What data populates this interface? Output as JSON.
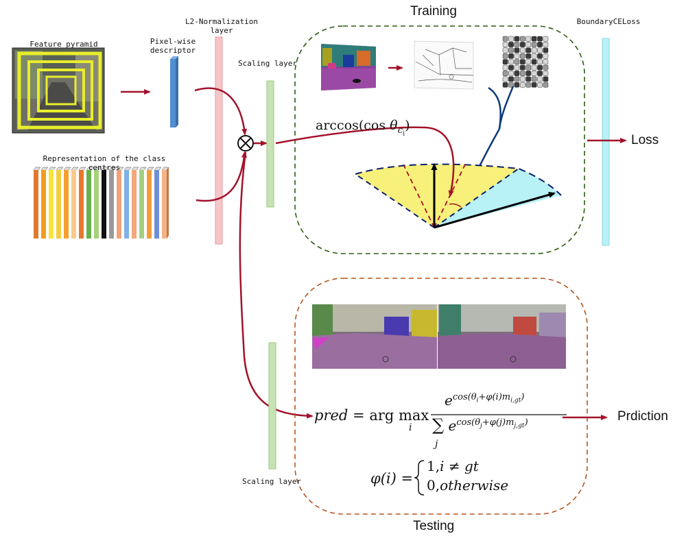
{
  "labels": {
    "feature_pyramid": "Feature pyramid",
    "pixel_wise": "Pixel-wise descriptor",
    "l2_norm": "L2-Normalization layer",
    "scaling_top": "Scaling layer",
    "class_centres": "Representation of the class centres",
    "training": "Training",
    "boundary_ce": "BoundaryCELoss",
    "loss": "Loss",
    "testing": "Testing",
    "prediction": "Prdiction",
    "scaling_bottom": "Scaling layer"
  },
  "formulas": {
    "arccos": "arccos(cos θ_ci)",
    "pred_lhs": "pred = arg max",
    "pred_sub": "i",
    "pred_num": "e^cos(θi+φ(i)mi,gt)",
    "pred_den": "Σj e^cos(θj+φ(j)mj,gt)",
    "phi_lhs": "φ(i) =",
    "phi_case1": "1,i ≠ gt",
    "phi_case2": "0,otherwise"
  },
  "colors": {
    "arrow_red": "#a3122a",
    "arrow_blue": "#0b3a7a",
    "training_border": "#2d5a12",
    "testing_border": "#b5541e",
    "l2_bar": "#f6c6c8",
    "scaling_bar": "#c8e3b3",
    "loss_bar": "#b8f1f6",
    "descriptor": "#4f8fd0"
  }
}
